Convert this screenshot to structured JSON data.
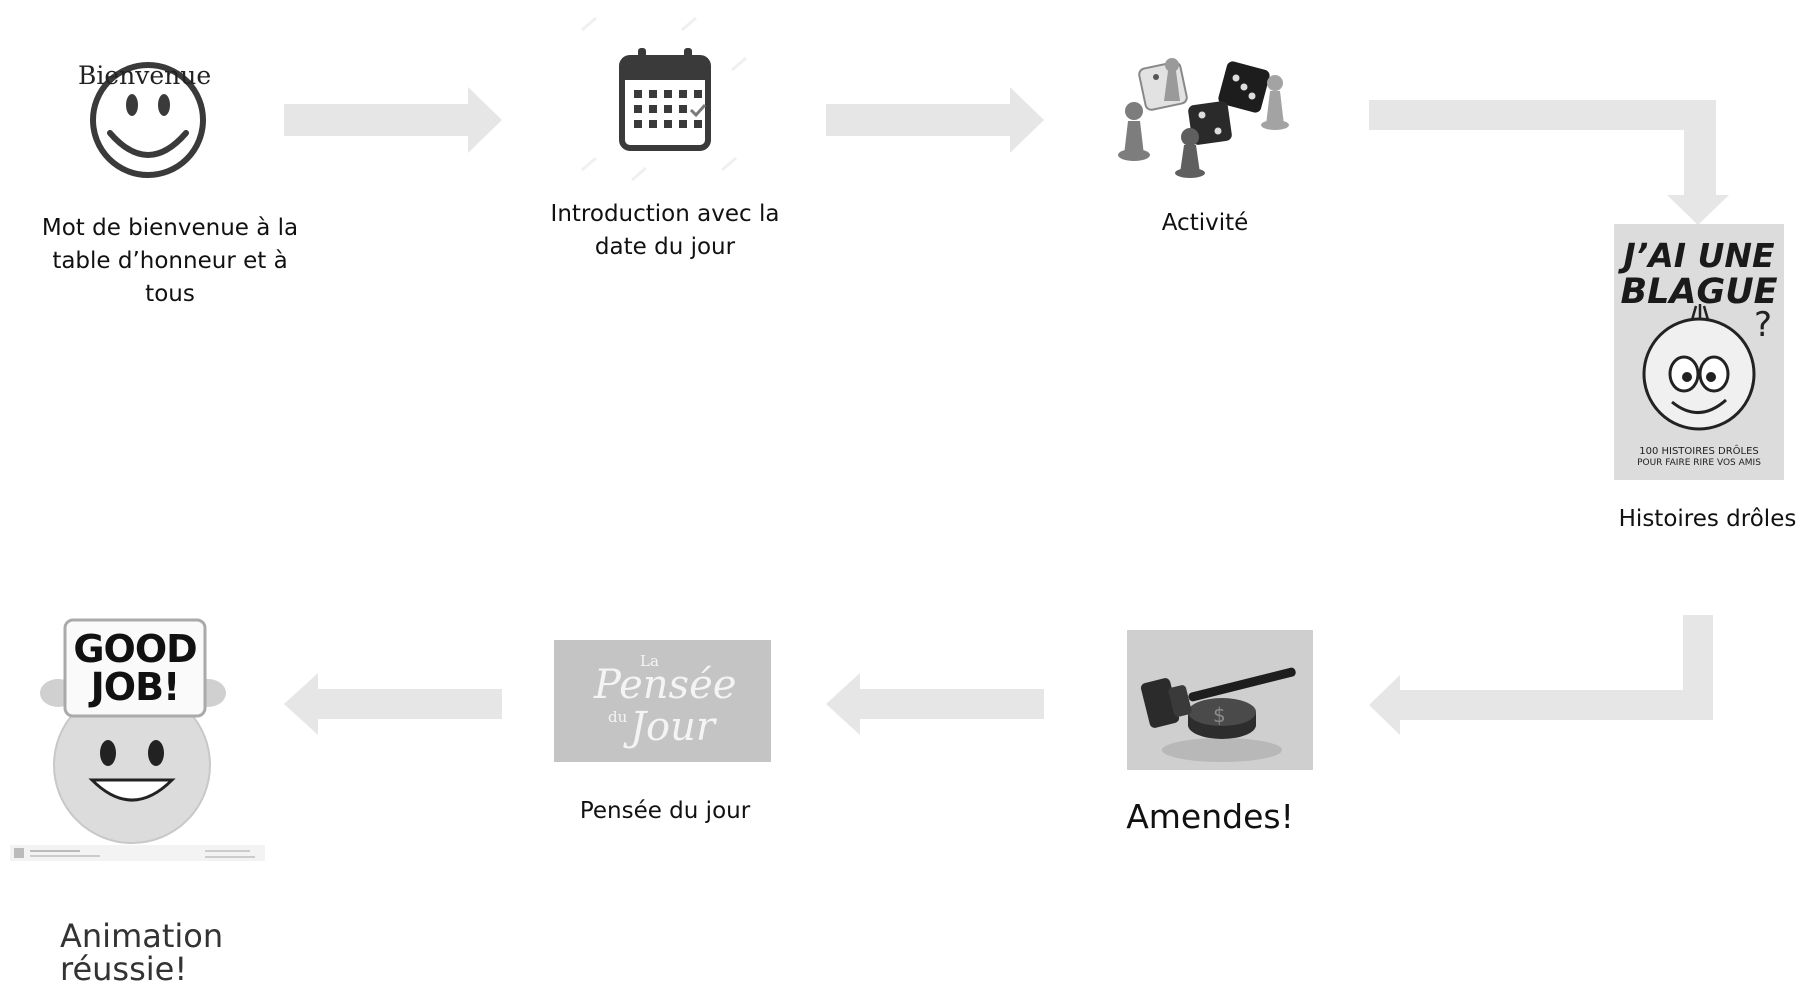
{
  "steps": [
    {
      "id": "welcome",
      "label": "Mot de bienvenue à la table d’honneur et à tous",
      "image_text": "Bienvenue",
      "icon": "smiley-icon"
    },
    {
      "id": "intro",
      "label": "Introduction avec la date du jour",
      "icon": "calendar-icon"
    },
    {
      "id": "activity",
      "label": "Activité",
      "icon": "dice-pawns-icon"
    },
    {
      "id": "jokes",
      "label": "Histoires drôles",
      "icon": "joke-book-icon",
      "image_text": {
        "title_line1": "J’AI UNE",
        "title_line2": "BLAGUE",
        "footer_line1": "100 HISTOIRES DRÔLES",
        "footer_line2": "POUR FAIRE RIRE VOS AMIS"
      }
    },
    {
      "id": "fines",
      "label": "Amendes!",
      "icon": "gavel-icon"
    },
    {
      "id": "thought",
      "label": "Pensée du jour",
      "icon": "pensee-du-jour-card",
      "image_text": {
        "line1": "La",
        "line2": "Pensée",
        "line3": "du",
        "line4": "Jour"
      }
    },
    {
      "id": "success",
      "label": "Animation réussie!",
      "icon": "good-job-smiley-icon",
      "image_text": {
        "line1": "GOOD",
        "line2": "JOB!"
      }
    }
  ],
  "colors": {
    "arrow": "#e6e6e6",
    "text": "#111111",
    "muted_text": "#333333"
  }
}
